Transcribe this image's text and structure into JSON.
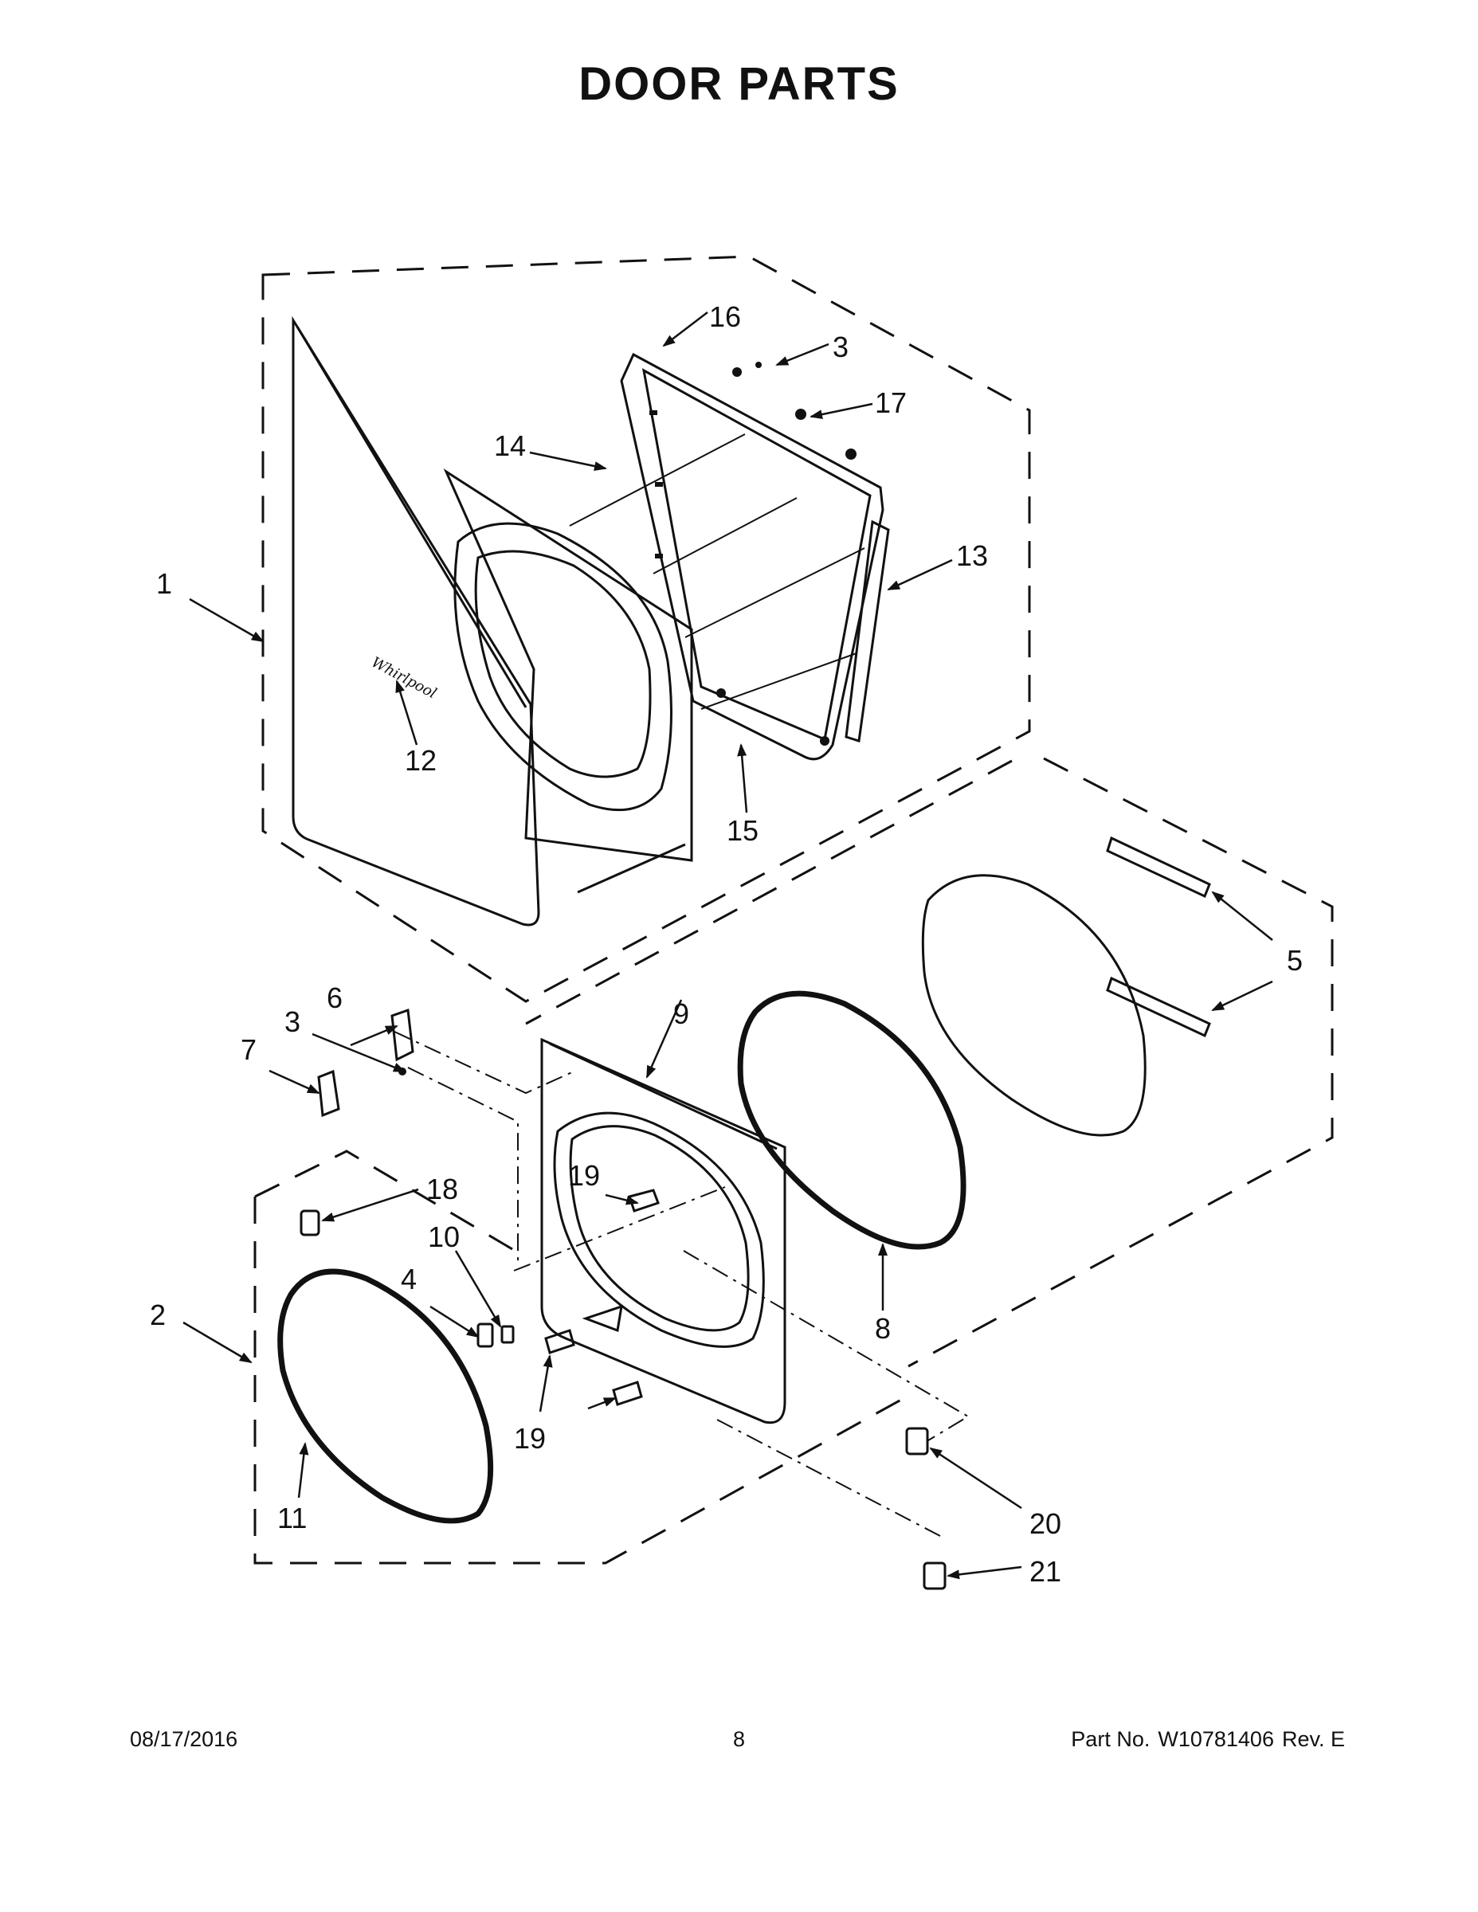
{
  "page": {
    "title": "DOOR PARTS"
  },
  "callouts": {
    "c1": "1",
    "c2": "2",
    "c3_top": "3",
    "c3_bottom": "3",
    "c4": "4",
    "c5": "5",
    "c6": "6",
    "c7": "7",
    "c8": "8",
    "c9": "9",
    "c10": "10",
    "c11": "11",
    "c12": "12",
    "c13": "13",
    "c14": "14",
    "c15": "15",
    "c16": "16",
    "c17": "17",
    "c18": "18",
    "c19_upper": "19",
    "c19_lower": "19",
    "c20": "20",
    "c21": "21"
  },
  "footer": {
    "date": "08/17/2016",
    "page_number": "8",
    "part_label": "Part No.",
    "part_number": "W10781406",
    "revision": "Rev. E"
  },
  "brand_logo": "Whirlpool"
}
